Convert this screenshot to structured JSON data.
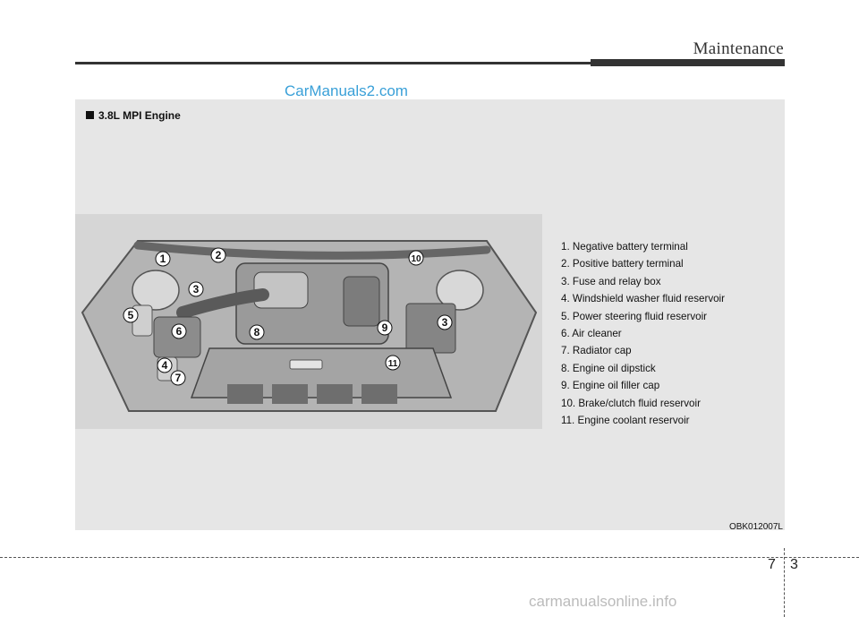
{
  "header": {
    "section_title": "Maintenance"
  },
  "watermark_top": "CarManuals2.com",
  "panel": {
    "heading": "3.8L MPI Engine",
    "figure_code": "OBK012007L",
    "callout_numbers": [
      "1",
      "2",
      "3",
      "3",
      "5",
      "6",
      "8",
      "9",
      "10",
      "4",
      "7",
      "11"
    ],
    "legend": [
      "1. Negative battery terminal",
      "2. Positive battery terminal",
      "3. Fuse and relay box",
      "4. Windshield washer fluid reservoir",
      "5. Power steering fluid reservoir",
      "6. Air cleaner",
      "7. Radiator cap",
      "8. Engine oil dipstick",
      "9. Engine oil filler cap",
      "10. Brake/clutch fluid reservoir",
      "11. Engine coolant reservoir"
    ]
  },
  "page": {
    "chapter": "7",
    "page": "3"
  },
  "watermark_bottom": "carmanualsonline.info"
}
